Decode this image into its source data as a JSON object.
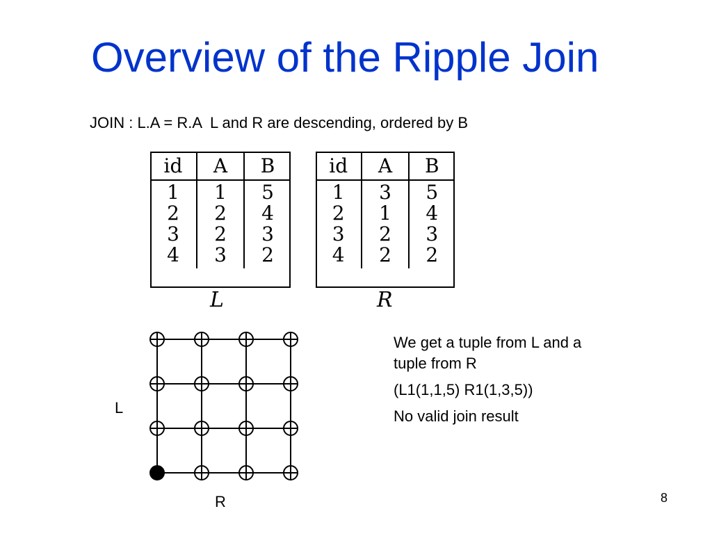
{
  "slide": {
    "title": "Overview of the Ripple Join",
    "join_description": "JOIN : L.A = R.A  L and R are descending, ordered by B",
    "page_number": "8"
  },
  "tables": [
    {
      "name": "L",
      "columns": [
        "id",
        "A",
        "B"
      ],
      "rows": [
        [
          "1",
          "1",
          "5"
        ],
        [
          "2",
          "2",
          "4"
        ],
        [
          "3",
          "2",
          "3"
        ],
        [
          "4",
          "3",
          "2"
        ]
      ]
    },
    {
      "name": "R",
      "columns": [
        "id",
        "A",
        "B"
      ],
      "rows": [
        [
          "1",
          "3",
          "5"
        ],
        [
          "2",
          "1",
          "4"
        ],
        [
          "3",
          "2",
          "3"
        ],
        [
          "4",
          "2",
          "2"
        ]
      ]
    }
  ],
  "grid": {
    "rows": 4,
    "cols": 4,
    "filled": [
      [
        0,
        0
      ]
    ],
    "y_axis_label": "L",
    "x_axis_label": "R"
  },
  "notes": [
    "We get a tuple from L and a tuple from R",
    "(L1(1,1,5)  R1(1,3,5))",
    "No valid join result"
  ]
}
